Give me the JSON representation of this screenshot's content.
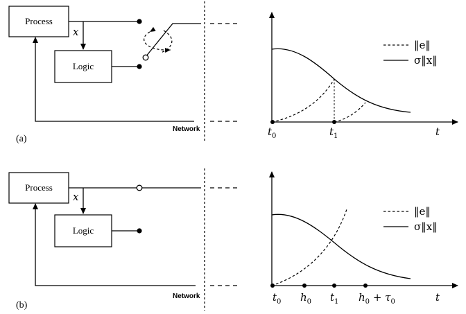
{
  "panels": [
    {
      "label": "(a)",
      "process": "Process",
      "logic": "Logic",
      "state": "x",
      "network": "Network",
      "legend": {
        "dotted": "‖e‖",
        "solid": "σ‖x‖"
      },
      "axis_t": "t",
      "ticks": [
        {
          "base": "t",
          "sub": "0"
        },
        {
          "base": "t",
          "sub": "1"
        }
      ]
    },
    {
      "label": "(b)",
      "process": "Process",
      "logic": "Logic",
      "state": "x",
      "network": "Network",
      "legend": {
        "dotted": "‖e‖",
        "solid": "σ‖x‖"
      },
      "axis_t": "t",
      "ticks": [
        {
          "base": "t",
          "sub": "0"
        },
        {
          "base": "h",
          "sub": "0"
        },
        {
          "base": "t",
          "sub": "1"
        },
        {
          "base": "h",
          "sub": "0",
          "suffix": " + τ",
          "sub2": "0"
        }
      ]
    }
  ]
}
